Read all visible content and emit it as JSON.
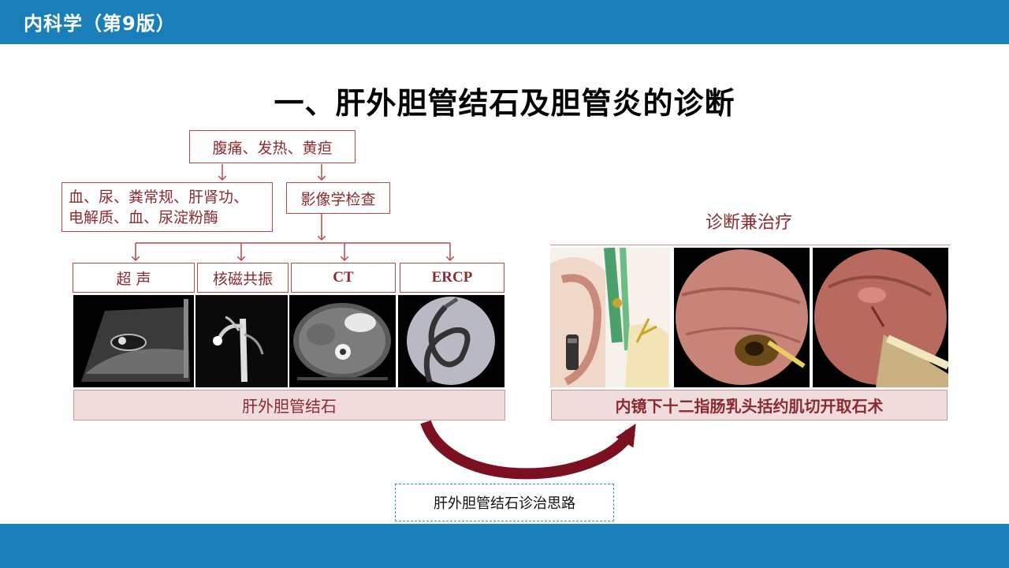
{
  "header": {
    "title": "内科学（第9版）"
  },
  "slide": {
    "title": "一、肝外胆管结石及胆管炎的诊断"
  },
  "flow": {
    "symptoms": "腹痛、发热、黄疸",
    "lab_line1": "血、尿、粪常规、肝肾功、",
    "lab_line2": "电解质、血、尿淀粉酶",
    "imaging": "影像学检查",
    "modalities": [
      "超 声",
      "核磁共振",
      "CT",
      "ERCP"
    ],
    "diagnosis": "肝外胆管结石"
  },
  "treatment": {
    "heading": "诊断兼治疗",
    "procedure": "内镜下十二指肠乳头括约肌切开取石术"
  },
  "caption": "肝外胆管结石诊治思路",
  "colors": {
    "brand_blue": "#1a7fb8",
    "accent_red": "#8b2a2f",
    "band_pink": "#f0dcdd",
    "arrow_maroon": "#7a1020"
  }
}
